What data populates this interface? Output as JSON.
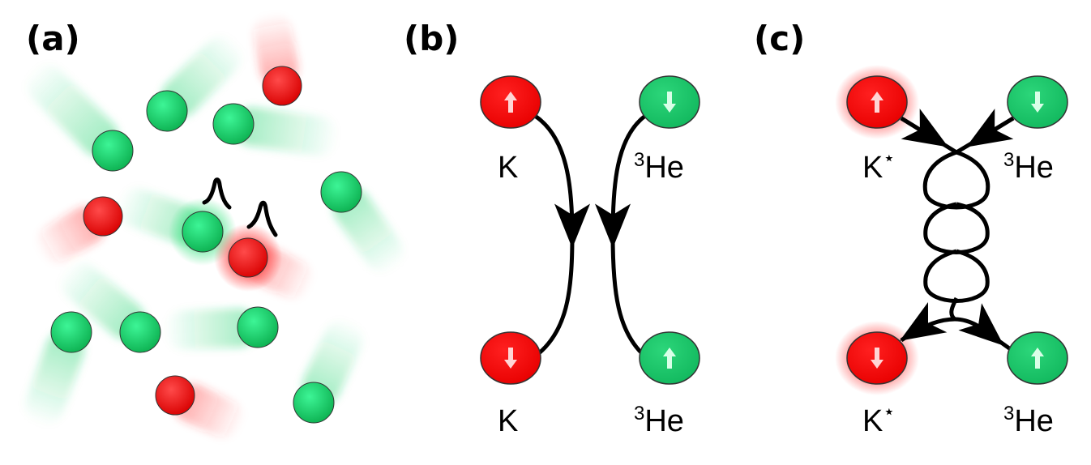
{
  "panels": {
    "a": {
      "label": "(a)"
    },
    "b": {
      "label": "(b)",
      "k_top": "K",
      "k_bottom": "K",
      "he_top_mass": "3",
      "he_top_sym": "He",
      "he_bottom_mass": "3",
      "he_bottom_sym": "He"
    },
    "c": {
      "label": "(c)",
      "k_top": "K",
      "k_top_mark": "⋆",
      "k_bottom": "K",
      "k_bottom_mark": "⋆",
      "he_top_mass": "3",
      "he_top_sym": "He",
      "he_bottom_mass": "3",
      "he_bottom_sym": "He"
    }
  },
  "colors": {
    "potassium": "#ff1a1a",
    "helium": "#1fd16b",
    "outline": "#222222",
    "line": "#000000"
  },
  "icons": {
    "spin_up": "up-arrow-icon",
    "spin_down": "down-arrow-icon",
    "collision_mark": "lambda-glyph"
  }
}
